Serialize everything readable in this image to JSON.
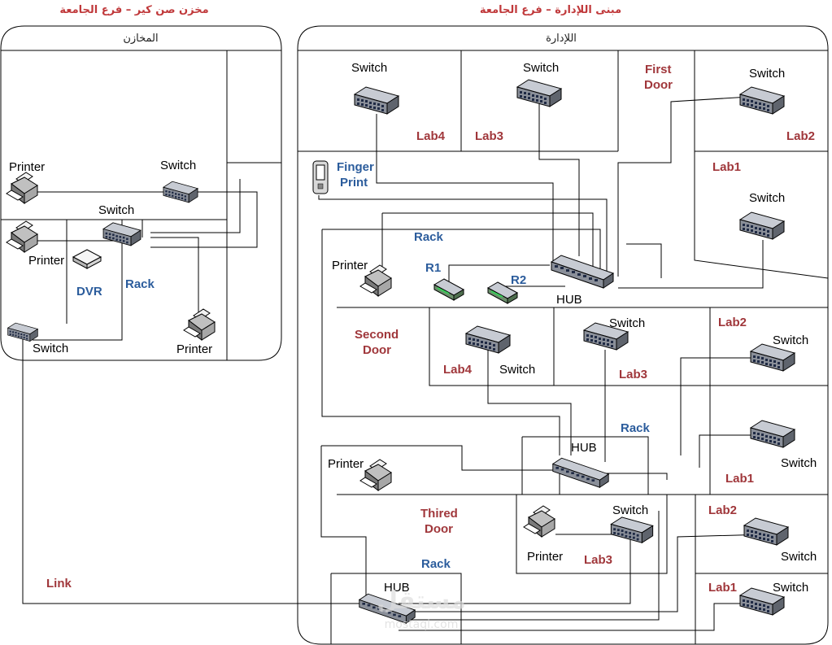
{
  "colors": {
    "room_label": "#a0373b",
    "rack_label": "#2b5c9c",
    "heading": "#c0393b",
    "wire": "#000000",
    "device_body": "#8a8f99",
    "device_face": "#c7cbd3"
  },
  "buildings": {
    "warehouse": {
      "heading": "مخزن صن كير – فرع الجامعة",
      "titlebar": "المخازن"
    },
    "admin": {
      "heading": "مبنى اللإدارة – فرع الجامعة",
      "titlebar": "اللإدارة"
    }
  },
  "labels": {
    "link": "Link",
    "first_door": [
      "First",
      "Door"
    ],
    "second_door": [
      "Second",
      "Door"
    ],
    "third_door": [
      "Thired",
      "Door"
    ],
    "finger_print": [
      "Finger",
      "Print"
    ],
    "watermark": [
      "مستقل",
      "mostaql.com"
    ]
  },
  "devices": {
    "switch": "Switch",
    "printer": "Printer",
    "hub": "HUB",
    "dvr": "DVR",
    "rack": "Rack",
    "r1": "R1",
    "r2": "R2"
  },
  "rooms": {
    "lab1": "Lab1",
    "lab2": "Lab2",
    "lab3": "Lab3",
    "lab4": "Lab4"
  },
  "icons": {
    "switch": "network-switch-icon",
    "hub": "network-hub-icon",
    "printer": "printer-icon",
    "router": "router-icon",
    "dvr": "dvr-icon",
    "fingerprint": "fingerprint-reader-icon"
  }
}
